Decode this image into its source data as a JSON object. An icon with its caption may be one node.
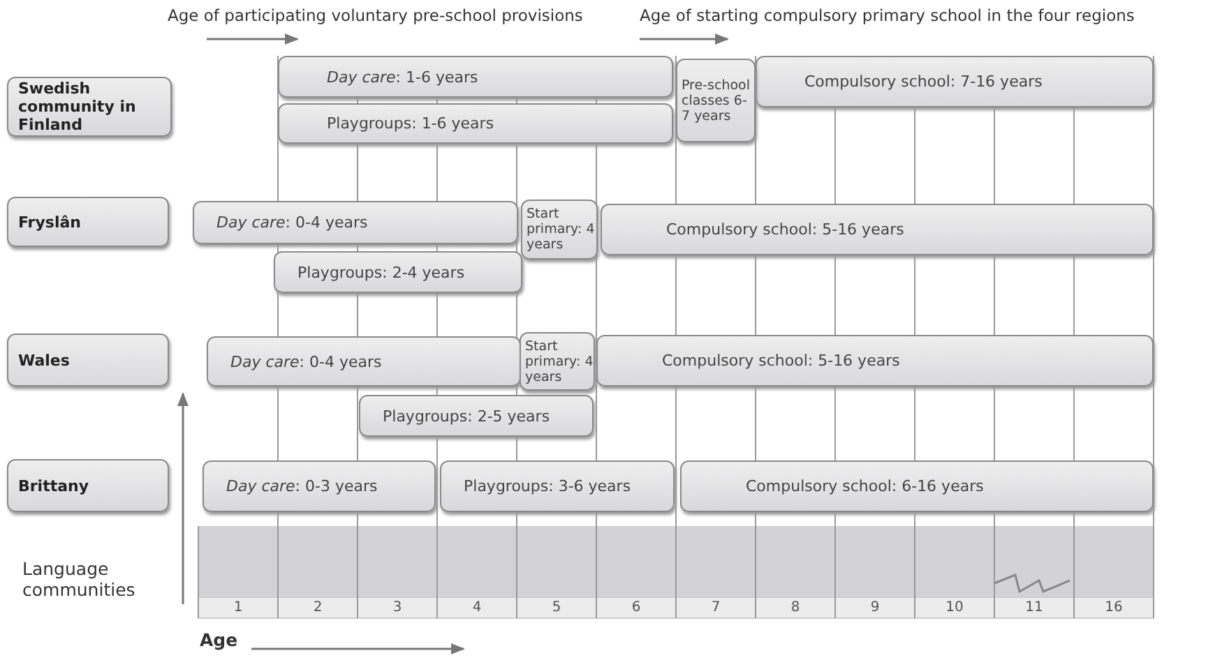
{
  "diagram": {
    "nodes": [
      {
        "text": [
          "Swedish community in Finland"
        ]
      },
      {
        "text": [
          "*Day care*: 1-6 years"
        ]
      },
      {
        "text": [
          "Playgroups: 1-6 years"
        ]
      },
      {
        "text": [
          "Pre-school classes 6-7 years"
        ]
      },
      {
        "text": [
          "Compulsory school: 7-16 years"
        ]
      },
      {
        "text": [
          "Fryslân"
        ]
      },
      {
        "text": [
          "*Day care*: 0-4 years"
        ]
      },
      {
        "text": [
          "Start primary: 4 years"
        ]
      },
      {
        "text": [
          "Compulsory school: 5-16 years"
        ]
      },
      {
        "text": [
          "Playgroups: 2-4 years"
        ]
      },
      {
        "text": [
          "Wales"
        ]
      },
      {
        "text": [
          "*Day care*: 0-4 years"
        ]
      },
      {
        "text": [
          "Start primary: 4 years"
        ]
      },
      {
        "text": [
          "Compulsory school: 5-16 years"
        ]
      },
      {
        "text": [
          "Playgroups: 2-5 years"
        ]
      },
      {
        "text": [
          "Brittany"
        ]
      },
      {
        "text": [
          "*Day care*: 0-3 years"
        ]
      },
      {
        "text": [
          "Playgroups: 3-6 years"
        ]
      },
      {
        "text": [
          "Compulsory school: 6-16 years"
        ]
      }
    ],
    "labels": [
      "Age of participating voluntary pre-school provisions",
      "Age of starting compulsory primary school in the four regions",
      "Language communities",
      "1",
      "2",
      "3",
      "4",
      "5",
      "6",
      "7",
      "8",
      "9",
      "10",
      "11",
      "16",
      "Age"
    ]
  }
}
